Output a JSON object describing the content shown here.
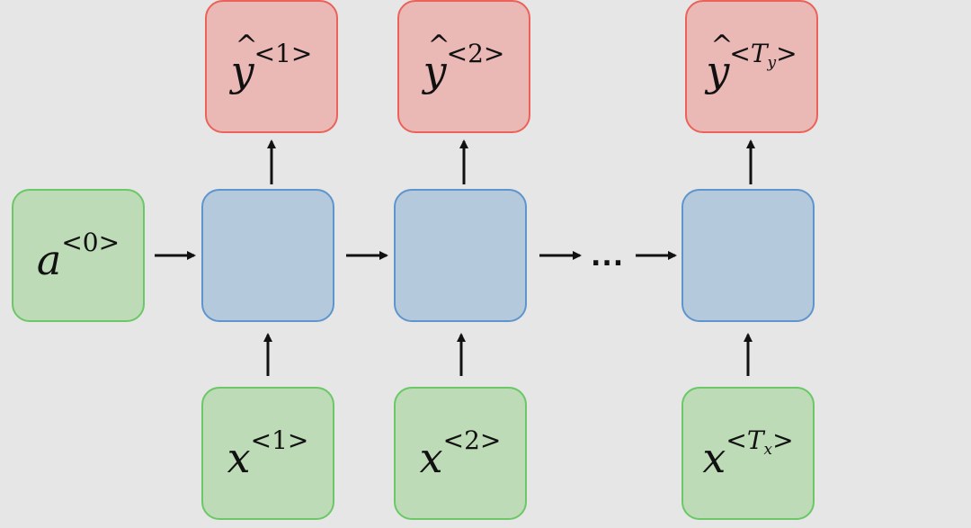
{
  "nodes": {
    "a0": {
      "base": "a",
      "sup": "0"
    },
    "x1": {
      "base": "x",
      "sup": "1"
    },
    "x2": {
      "base": "x",
      "sup": "2"
    },
    "xT": {
      "base": "x",
      "sup": "T",
      "sub": "x"
    },
    "y1": {
      "base": "y",
      "sup": "1"
    },
    "y2": {
      "base": "y",
      "sup": "2"
    },
    "yT": {
      "base": "y",
      "sup": "T",
      "sub": "y"
    }
  },
  "ellipsis": "...",
  "colors": {
    "input_fill": "#bcdbb6",
    "input_border": "#6cc766",
    "cell_fill": "#b5c9dc",
    "cell_border": "#5d95cc",
    "output_fill": "#eab8b5",
    "output_border": "#ea6259",
    "arrow": "#111111",
    "background": "#e6e6e6"
  }
}
